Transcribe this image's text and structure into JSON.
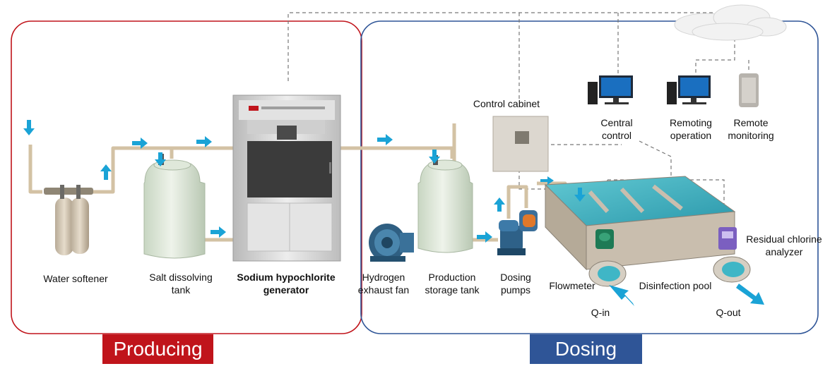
{
  "sections": {
    "producing": "Producing",
    "dosing": "Dosing"
  },
  "labels": {
    "water_softener": "Water softener",
    "salt_tank_1": "Salt dissolving",
    "salt_tank_2": "tank",
    "generator_1": "Sodium hypochlorite",
    "generator_2": "generator",
    "fan_1": "Hydrogen",
    "fan_2": "exhaust fan",
    "storage_1": "Production",
    "storage_2": "storage tank",
    "pumps_1": "Dosing",
    "pumps_2": "pumps",
    "control_cabinet": "Control cabinet",
    "central_1": "Central",
    "central_2": "control",
    "remoting_1": "Remoting",
    "remoting_2": "operation",
    "remote_1": "Remote",
    "remote_2": "monitoring",
    "flowmeter": "Flowmeter",
    "pool": "Disinfection pool",
    "chlorine_1": "Residual chlorine",
    "chlorine_2": "analyzer",
    "q_in": "Q-in",
    "q_out": "Q-out"
  },
  "colors": {
    "producing": "#c0141b",
    "dosing": "#2f5597",
    "arrow": "#1aa3d6",
    "pipe": "#d6c4a8",
    "tank": "#dbe6d5",
    "water": "#3fb6c6"
  }
}
